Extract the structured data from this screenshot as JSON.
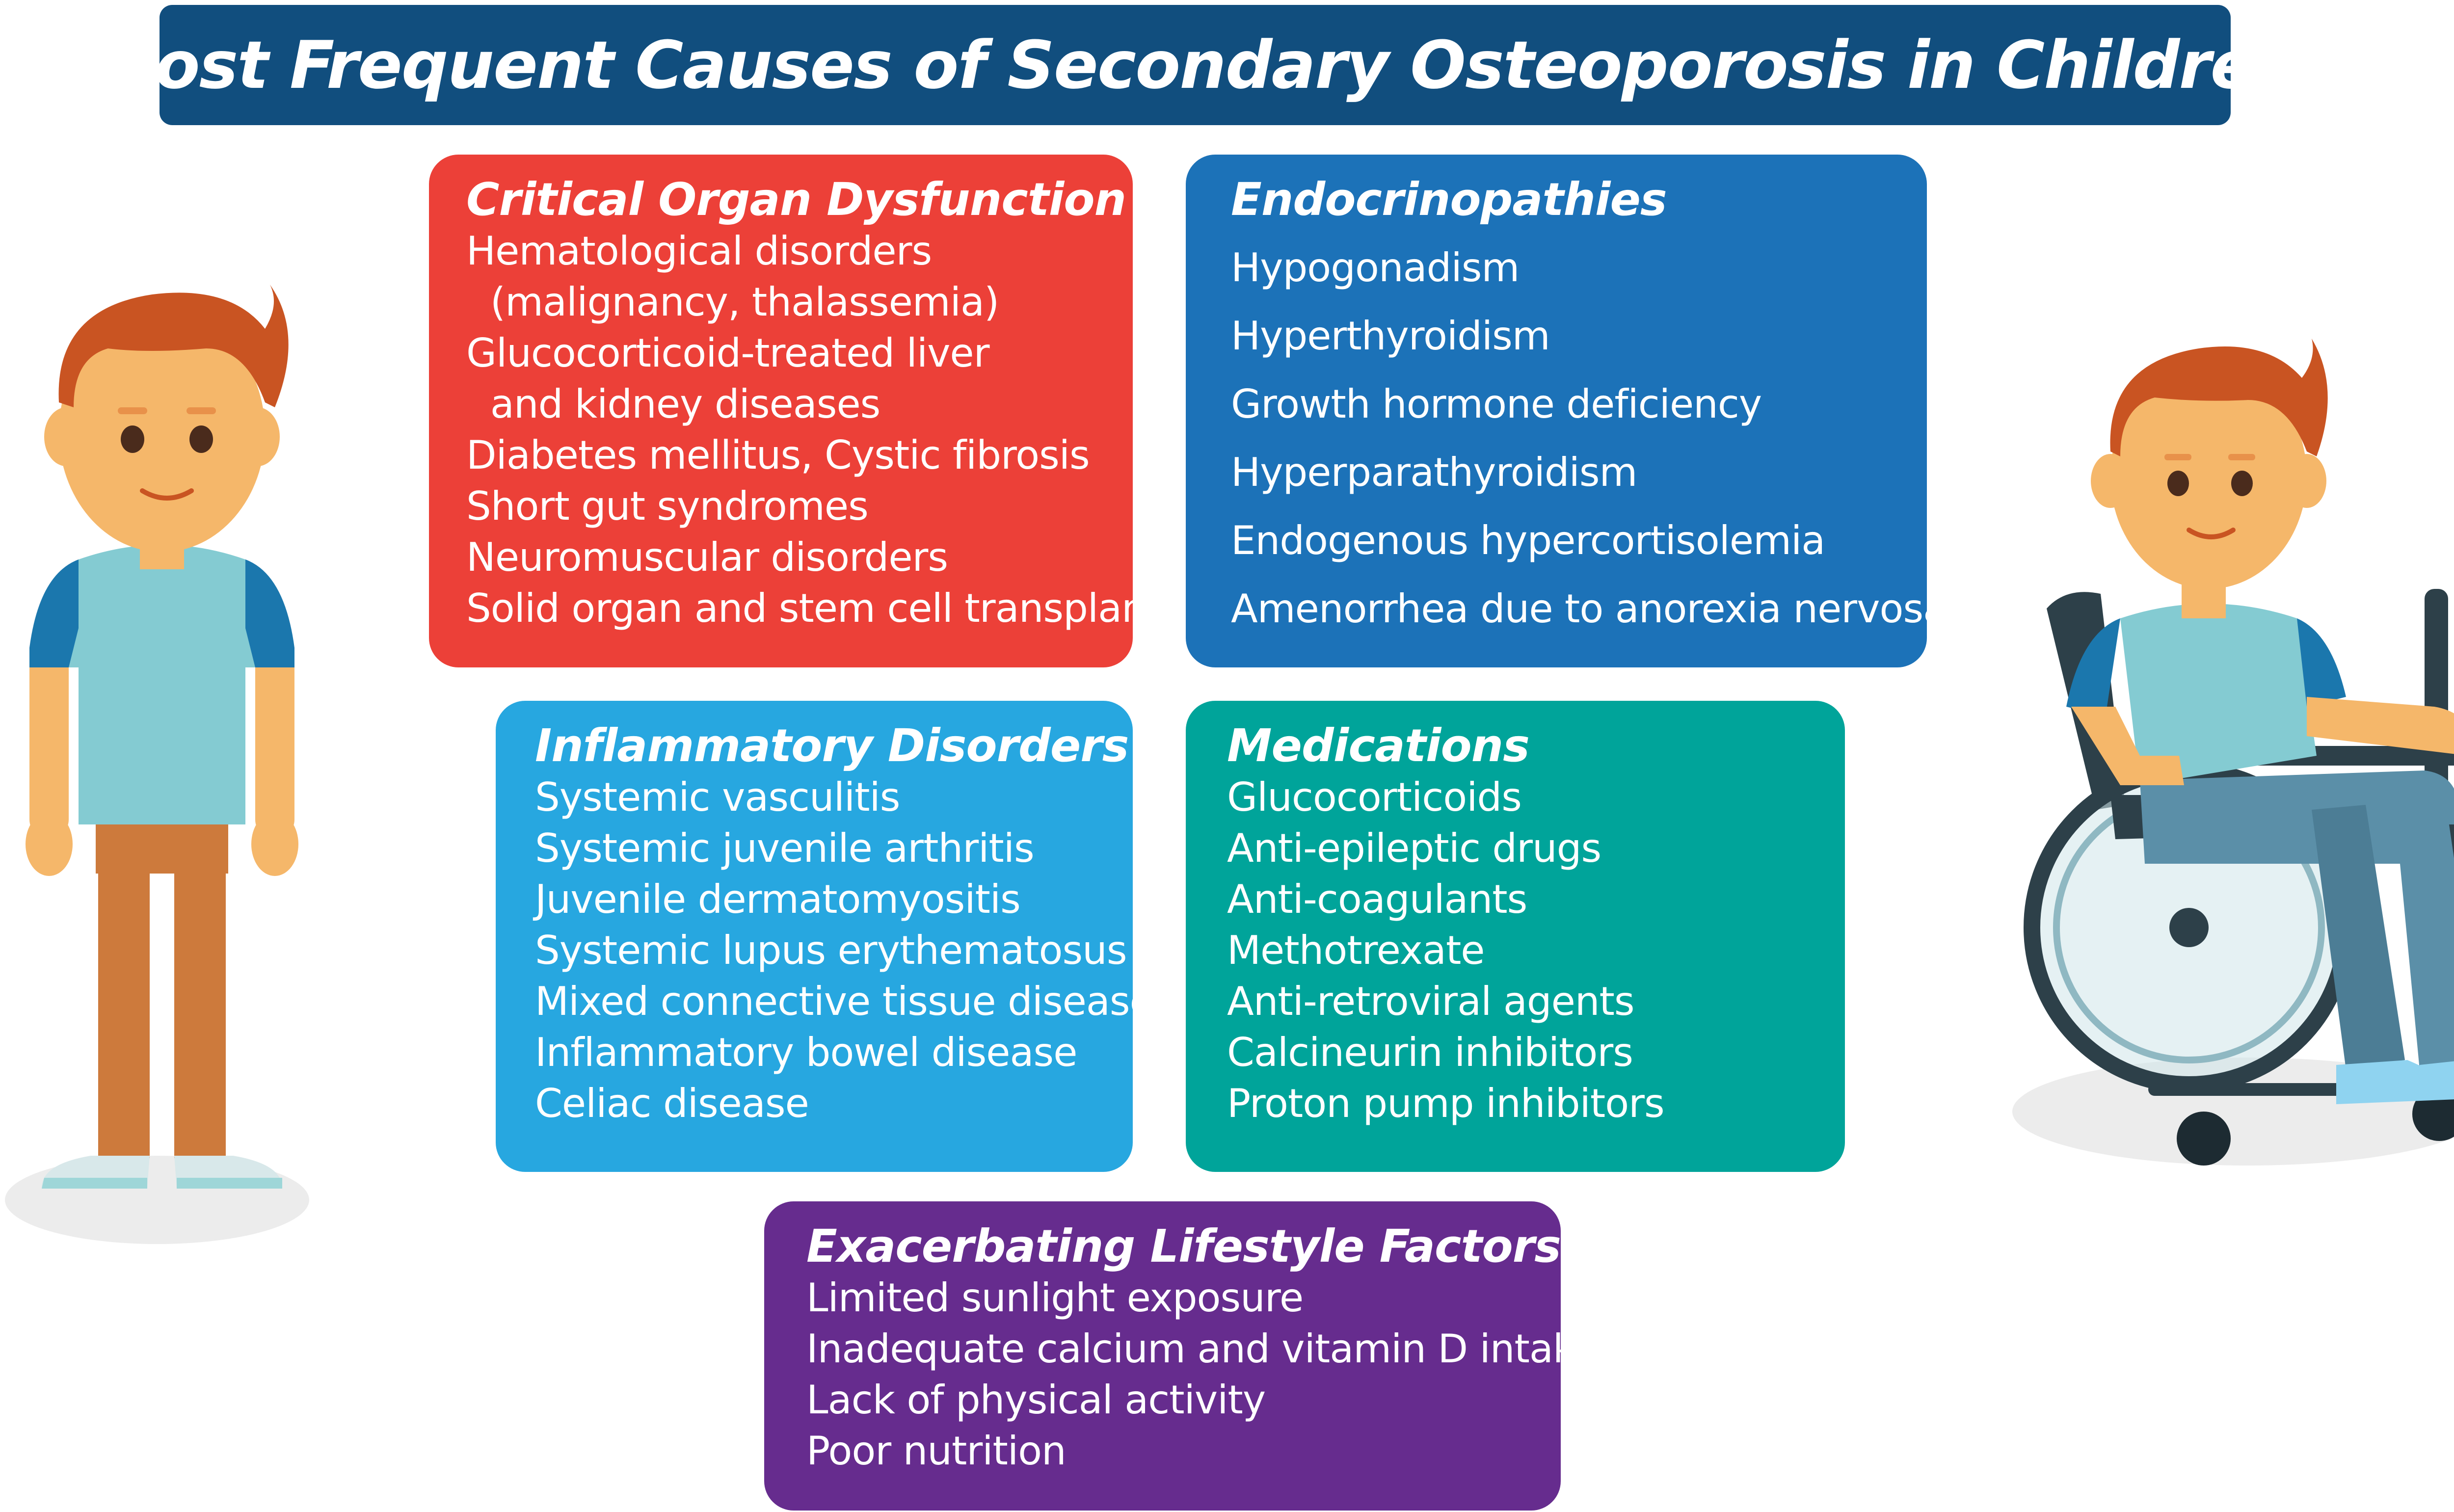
{
  "title": "Most Frequent Causes of Secondary Osteoporosis in Children",
  "colors": {
    "title_banner": "#114e7e",
    "critical_organ": "#ec4038",
    "endocrinopathies": "#1c72b8",
    "inflammatory": "#27a7e0",
    "medications": "#00a49a",
    "lifestyle": "#662c8e"
  },
  "categories": {
    "critical_organ": {
      "title": "Critical Organ Dysfunction",
      "items": [
        "Hematological disorders",
        "  (malignancy, thalassemia)",
        "Glucocorticoid-treated liver",
        "  and kidney diseases",
        "Diabetes mellitus, Cystic fibrosis",
        "Short gut syndromes",
        "Neuromuscular disorders",
        "Solid organ and stem cell transplant"
      ]
    },
    "endocrinopathies": {
      "title": "Endocrinopathies",
      "items": [
        "Hypogonadism",
        "Hyperthyroidism",
        "Growth hormone deficiency",
        "Hyperparathyroidism",
        "Endogenous hypercortisolemia",
        "Amenorrhea due to anorexia nervosa"
      ]
    },
    "inflammatory": {
      "title": "Inflammatory Disorders",
      "items": [
        "Systemic vasculitis",
        "Systemic juvenile arthritis",
        "Juvenile dermatomyositis",
        "Systemic lupus erythematosus",
        "Mixed connective tissue disease",
        "Inflammatory bowel disease",
        "Celiac disease"
      ]
    },
    "medications": {
      "title": "Medications",
      "items": [
        "Glucocorticoids",
        "Anti-epileptic drugs",
        "Anti-coagulants",
        "Methotrexate",
        "Anti-retroviral agents",
        "Calcineurin inhibitors",
        "Proton pump inhibitors"
      ]
    },
    "lifestyle": {
      "title": "Exacerbating Lifestyle Factors",
      "items": [
        "Limited sunlight exposure",
        "Inadequate calcium and vitamin D intake",
        "Lack of physical activity",
        "Poor nutrition"
      ]
    }
  },
  "illustrations": {
    "left": "standing-boy-illustration",
    "right": "boy-in-wheelchair-illustration"
  }
}
